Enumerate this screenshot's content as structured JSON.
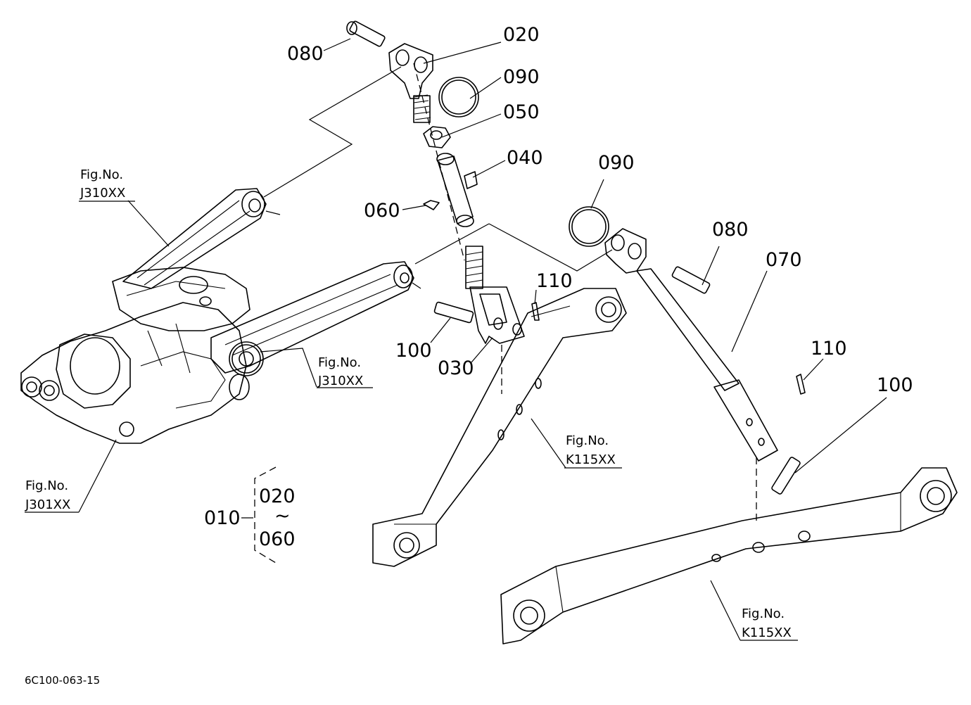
{
  "diagram_code": "6C100-063-15",
  "parts": {
    "p010": "010",
    "p020_top": "020",
    "p020_group": "020",
    "p030": "030",
    "p040": "040",
    "p050": "050",
    "p060": "060",
    "p060_group": "060",
    "p070": "070",
    "p080_left": "080",
    "p080_right": "080",
    "p090_left": "090",
    "p090_right": "090",
    "p100_left": "100",
    "p100_right": "100",
    "p110_left": "110",
    "p110_right": "110",
    "group_tilde": "~"
  },
  "fig_refs": {
    "j310_upper": {
      "label": "Fig.No.",
      "code": "J310XX"
    },
    "j310_lower": {
      "label": "Fig.No.",
      "code": "J310XX"
    },
    "j301": {
      "label": "Fig.No.",
      "code": "J301XX"
    },
    "k115_left": {
      "label": "Fig.No.",
      "code": "K115XX"
    },
    "k115_right": {
      "label": "Fig.No.",
      "code": "K115XX"
    }
  }
}
